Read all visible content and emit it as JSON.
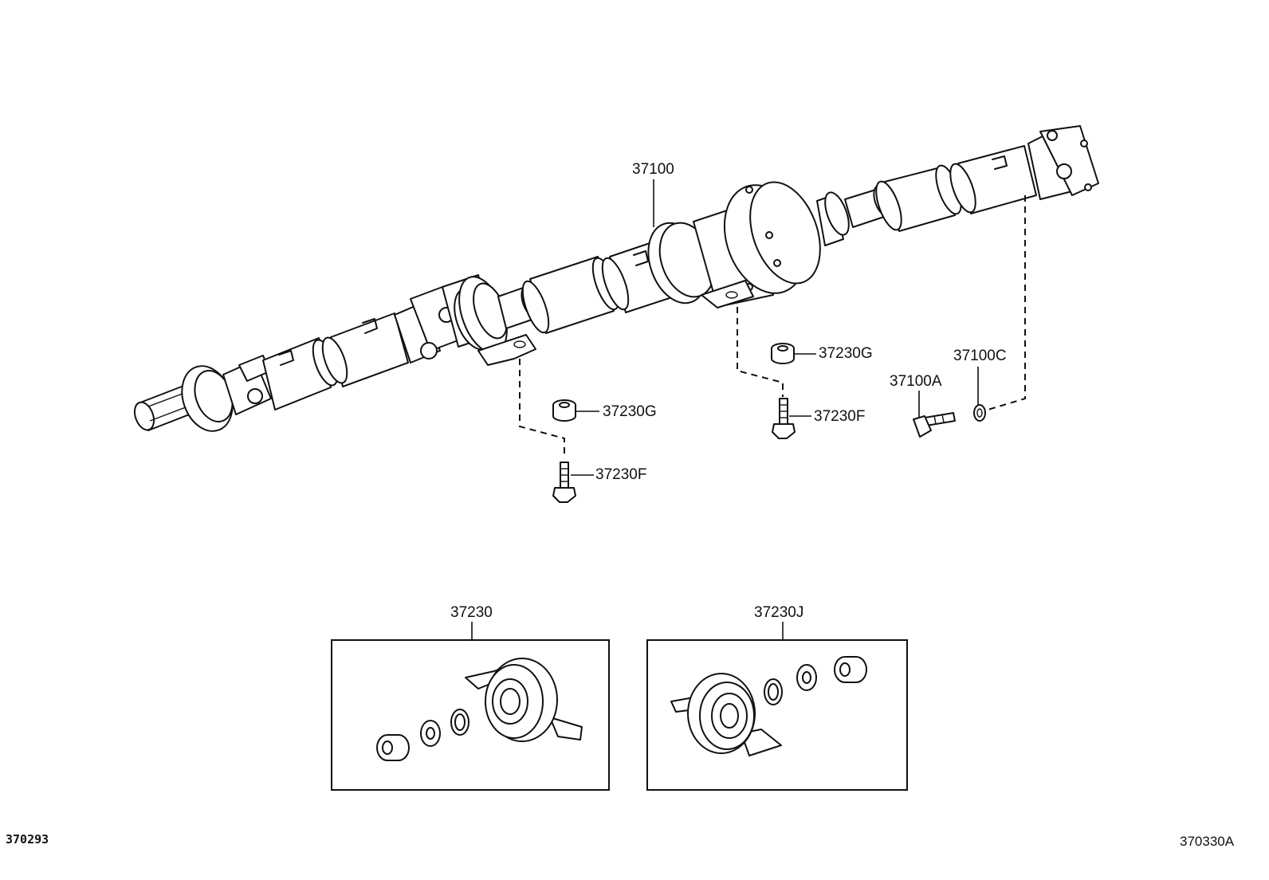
{
  "labels": {
    "shaft_assy": "37100",
    "bolt": "37100A",
    "washer": "37100C",
    "cushion_left": "37230G",
    "cushion_right": "37230G",
    "bolt_left": "37230F",
    "bolt_right": "37230F",
    "bearing_a": "37230",
    "bearing_b": "37230J"
  },
  "footer": {
    "left_code": "370293",
    "right_code": "370330A"
  }
}
